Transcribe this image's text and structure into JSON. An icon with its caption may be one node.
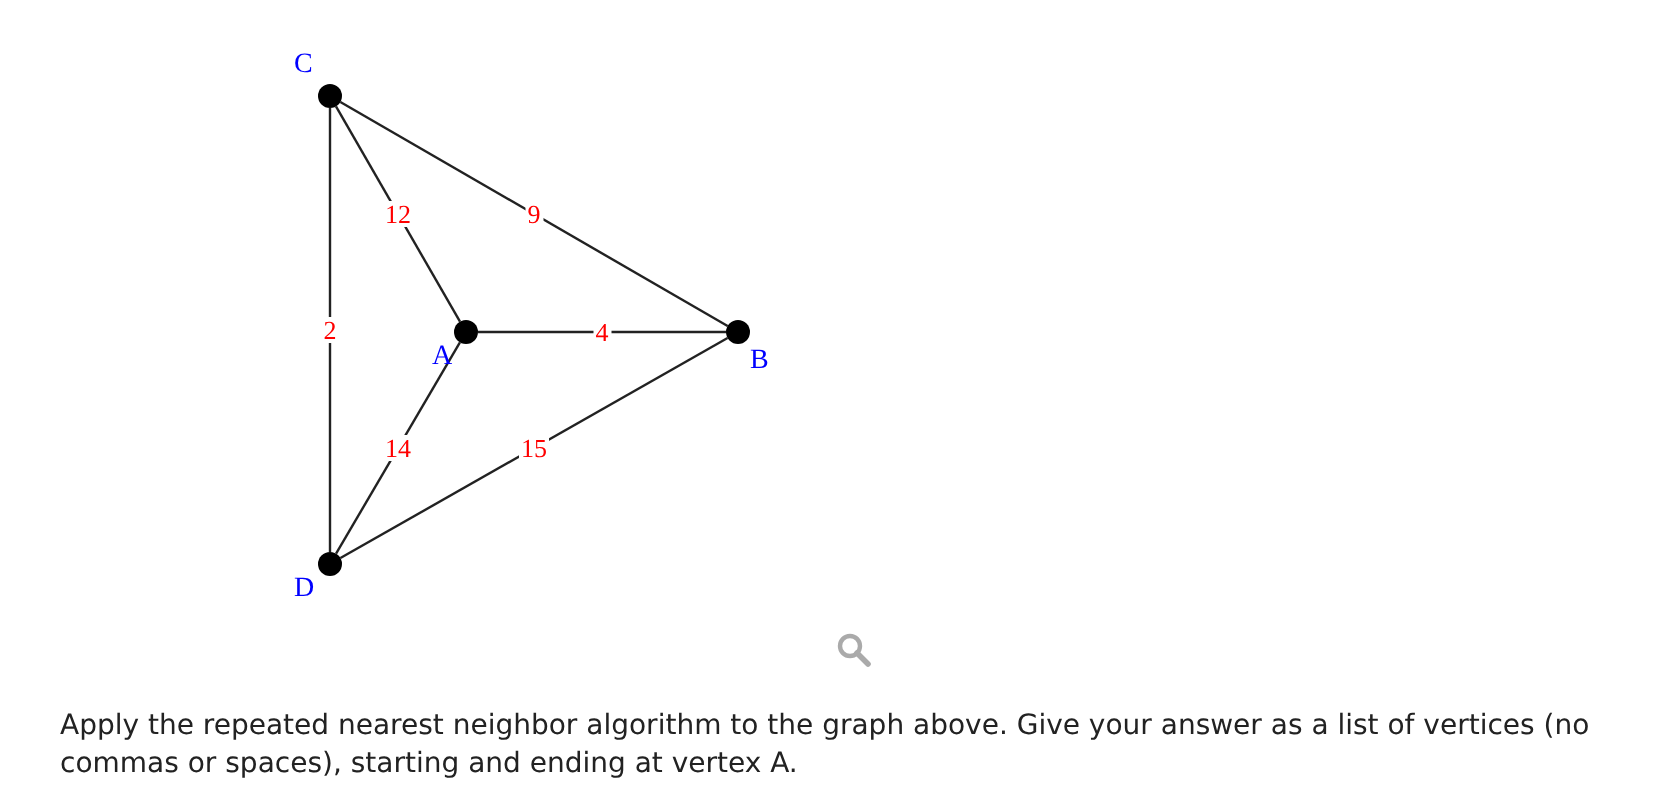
{
  "diagram": {
    "nodes": [
      {
        "text": [
          "C"
        ]
      },
      {
        "text": [
          "A"
        ]
      },
      {
        "text": [
          "B"
        ]
      },
      {
        "text": [
          "D"
        ]
      }
    ],
    "edges": [
      {
        "from": 0,
        "to": 2,
        "arrow": "none",
        "label": "9"
      },
      {
        "from": 0,
        "to": 1,
        "arrow": "none",
        "label": "12"
      },
      {
        "from": 0,
        "to": 3,
        "arrow": "none",
        "label": "2"
      },
      {
        "from": 1,
        "to": 2,
        "arrow": "none",
        "label": "4"
      },
      {
        "from": 1,
        "to": 3,
        "arrow": "none",
        "label": "14"
      },
      {
        "from": 3,
        "to": 2,
        "arrow": "none",
        "label": "15"
      }
    ],
    "labels": [
      "Apply the repeated nearest neighbor algorithm to the graph above. Give your answer as a list of vertices (no commas or spaces), starting and ending at vertex A."
    ]
  }
}
